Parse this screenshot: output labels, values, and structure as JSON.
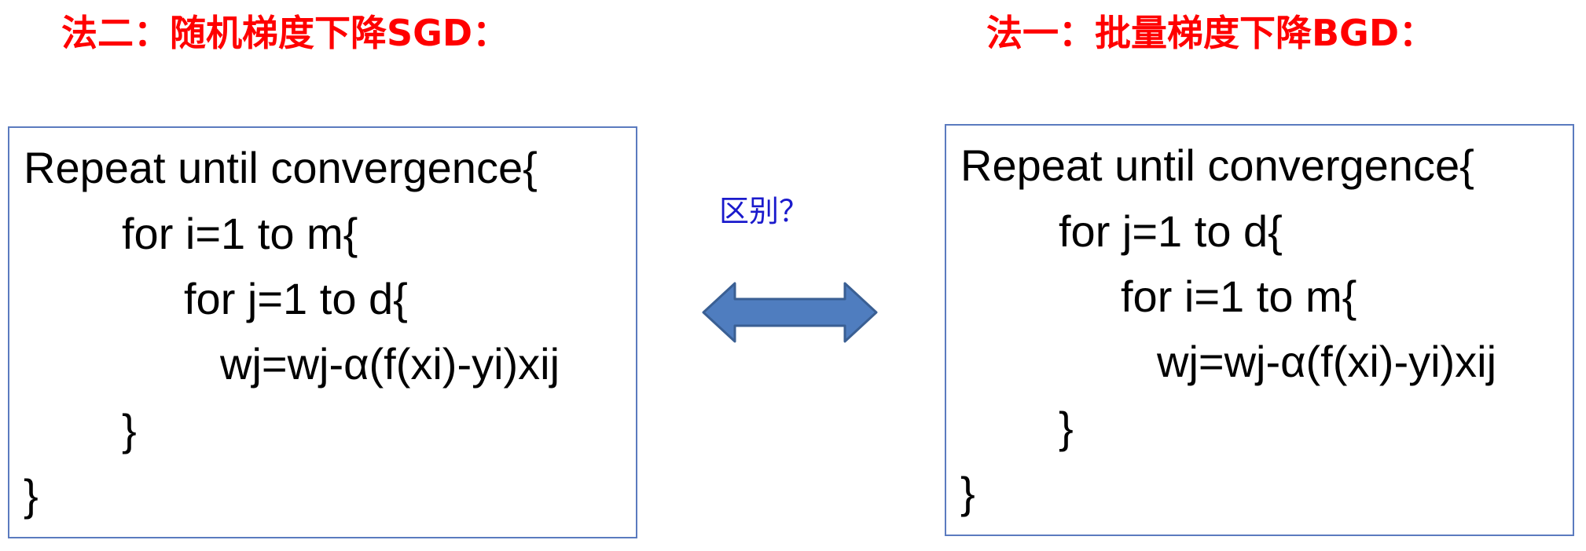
{
  "colors": {
    "heading": "#ff0000",
    "question": "#1a1acc",
    "box_border": "#5b7bbf",
    "arrow_fill": "#4f7dbf",
    "arrow_stroke": "#3a5f93"
  },
  "headings": {
    "left": "法二：随机梯度下降SGD：",
    "right": "法一：批量梯度下降BGD："
  },
  "question": "区别？",
  "arrow_icon": "double-arrow-icon",
  "sgd": {
    "lines": [
      "Repeat  until convergence{",
      "for  i=1  to  m{",
      "for j=1  to d{",
      "wj=wj-α(f(xi)-yi)xij",
      "}",
      "}"
    ]
  },
  "bgd": {
    "lines": [
      "Repeat  until convergence{",
      "for  j=1  to  d{",
      "for i=1  to m{",
      "wj=wj-α(f(xi)-yi)xij",
      "}",
      "}"
    ]
  }
}
